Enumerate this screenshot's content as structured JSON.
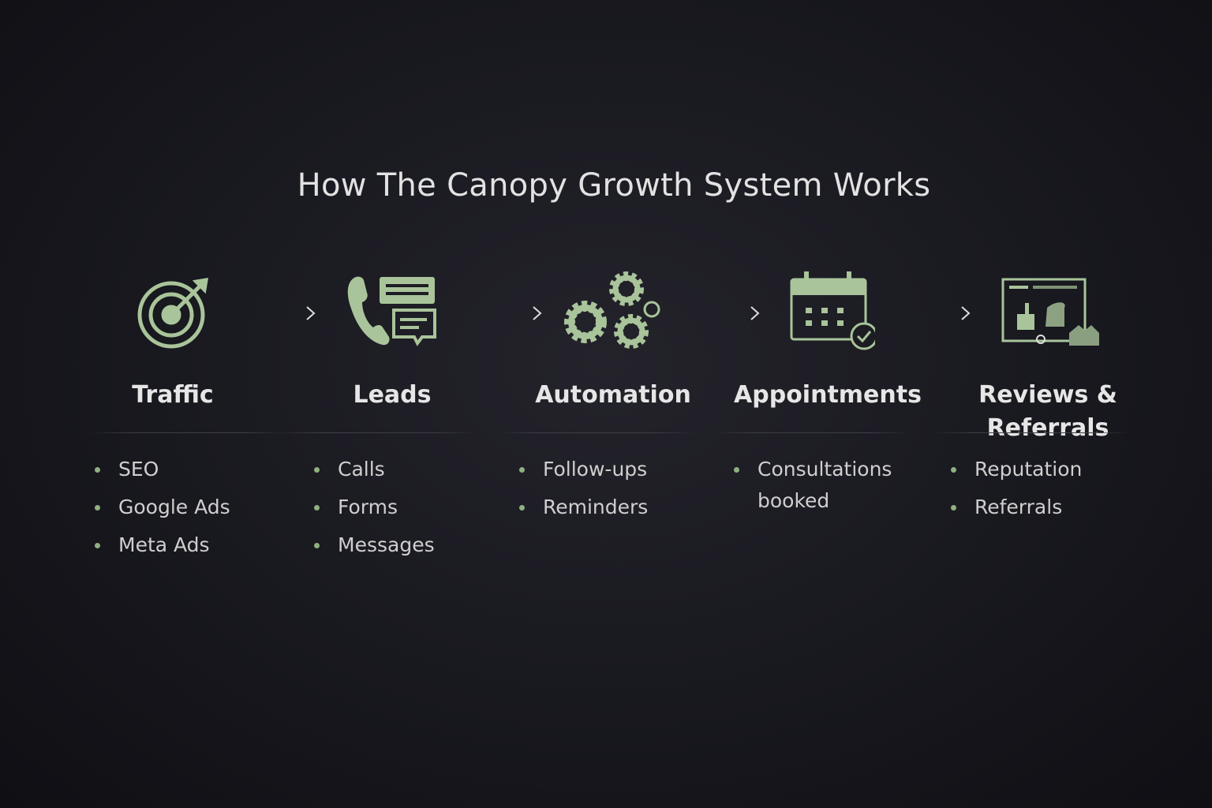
{
  "title": "How The Canopy Growth System Works",
  "accent_color": "#a9c49a",
  "steps": [
    {
      "icon": "target-icon",
      "heading": "Traffic",
      "items": [
        "SEO",
        "Google Ads",
        "Meta Ads"
      ]
    },
    {
      "icon": "phone-chat-icon",
      "heading": "Leads",
      "items": [
        "Calls",
        "Forms",
        "Messages"
      ]
    },
    {
      "icon": "gears-icon",
      "heading": "Automation",
      "items": [
        "Follow-ups",
        "Reminders"
      ]
    },
    {
      "icon": "calendar-check-icon",
      "heading": "Appointments",
      "items": [
        "Consultations booked"
      ]
    },
    {
      "icon": "review-referral-icon",
      "heading": "Reviews & Referrals",
      "items": [
        "Reputation",
        "Referrals"
      ]
    }
  ]
}
